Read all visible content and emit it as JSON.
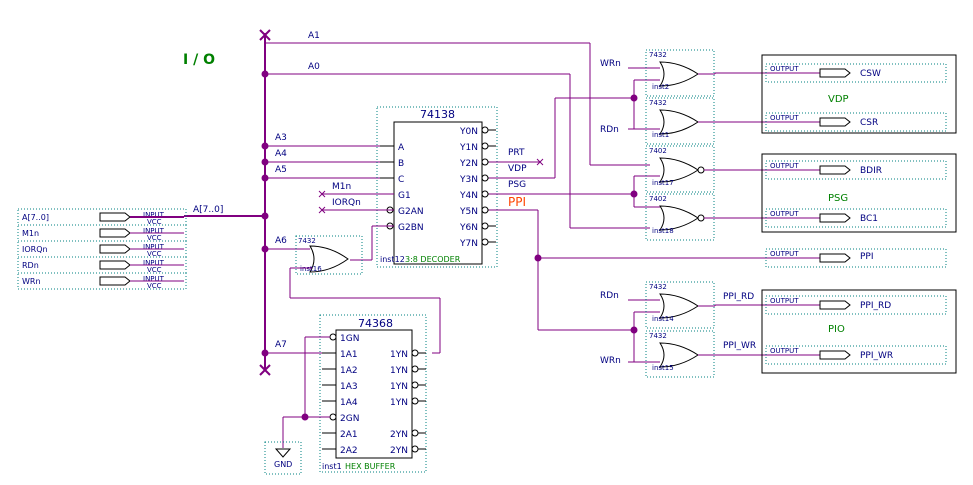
{
  "title": "I / O",
  "buses": {
    "a1": "A1",
    "a0": "A0",
    "a3": "A3",
    "a4": "A4",
    "a5": "A5",
    "a6": "A6",
    "a7": "A7",
    "abus": "A[7..0]"
  },
  "inputs": [
    {
      "name": "A[7..0]",
      "type": "INPUT",
      "vcc": "VCC"
    },
    {
      "name": "M1n",
      "type": "INPUT",
      "vcc": "VCC"
    },
    {
      "name": "IORQn",
      "type": "INPUT",
      "vcc": "VCC"
    },
    {
      "name": "RDn",
      "type": "INPUT",
      "vcc": "VCC"
    },
    {
      "name": "WRn",
      "type": "INPUT",
      "vcc": "VCC"
    }
  ],
  "decoder": {
    "part": "74138",
    "inst": "inst12",
    "desc": "3:8 DECODER",
    "pins_left": [
      "A",
      "B",
      "C",
      "G1",
      "G2AN",
      "G2BN"
    ],
    "pins_right": [
      "Y0N",
      "Y1N",
      "Y2N",
      "Y3N",
      "Y4N",
      "Y5N",
      "Y6N",
      "Y7N"
    ],
    "g1_label": "M1n",
    "g2a_label": "IORQn"
  },
  "decoder_nets": {
    "prt": "PRT",
    "vdp": "VDP",
    "psg": "PSG",
    "ppi": "PPI"
  },
  "or_gate_a6": {
    "part": "7432",
    "inst": "inst16"
  },
  "buffer": {
    "part": "74368",
    "inst": "inst1",
    "desc": "HEX BUFFER",
    "pins_left": [
      "1GN",
      "1A1",
      "1A2",
      "1A3",
      "1A4",
      "2GN",
      "2A1",
      "2A2"
    ],
    "pins_right": [
      "1YN",
      "1YN",
      "1YN",
      "1YN",
      "2YN",
      "2YN"
    ]
  },
  "gnd": "GND",
  "gates": [
    {
      "part": "7432",
      "inst": "inst2",
      "in_label": "WRn"
    },
    {
      "part": "7432",
      "inst": "inst1",
      "in_label": "RDn"
    },
    {
      "part": "7402",
      "inst": "inst17",
      "in_label": ""
    },
    {
      "part": "7402",
      "inst": "inst18",
      "in_label": ""
    },
    {
      "part": "7432",
      "inst": "inst14",
      "in_label": "RDn"
    },
    {
      "part": "7432",
      "inst": "inst15",
      "in_label": "WRn"
    }
  ],
  "groups": [
    {
      "label": "VDP",
      "outputs": [
        {
          "type": "OUTPUT",
          "name": "CSW"
        },
        {
          "type": "OUTPUT",
          "name": "CSR"
        }
      ]
    },
    {
      "label": "PSG",
      "outputs": [
        {
          "type": "OUTPUT",
          "name": "BDIR"
        },
        {
          "type": "OUTPUT",
          "name": "BC1"
        }
      ]
    },
    {
      "label": "PIO",
      "outputs": [
        {
          "type": "OUTPUT",
          "name": "PPI_RD"
        },
        {
          "type": "OUTPUT",
          "name": "PPI_WR"
        }
      ]
    }
  ],
  "ppi_output": {
    "type": "OUTPUT",
    "name": "PPI"
  },
  "ppi_nets": {
    "rd": "PPI_RD",
    "wr": "PPI_WR"
  },
  "colors": {
    "wire": "#800080",
    "title": "#008000",
    "ppi": "#ff4500",
    "text": "#000080",
    "box": "#008080"
  }
}
